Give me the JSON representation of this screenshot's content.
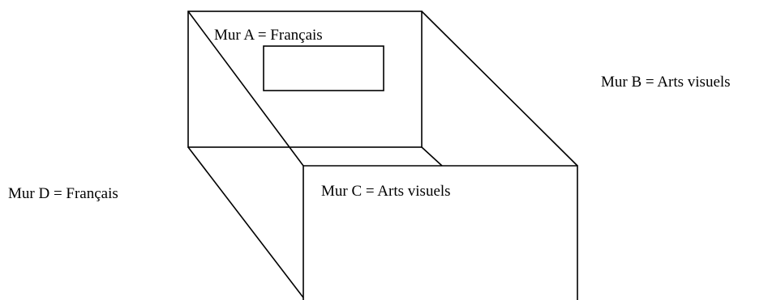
{
  "walls": {
    "a": {
      "label": "Mur A = Français"
    },
    "b": {
      "label": "Mur B = Arts visuels"
    },
    "c": {
      "label": "Mur C = Arts visuels"
    },
    "d": {
      "label": "Mur D = Français"
    }
  },
  "colors": {
    "stroke": "#000000",
    "background": "#ffffff"
  }
}
